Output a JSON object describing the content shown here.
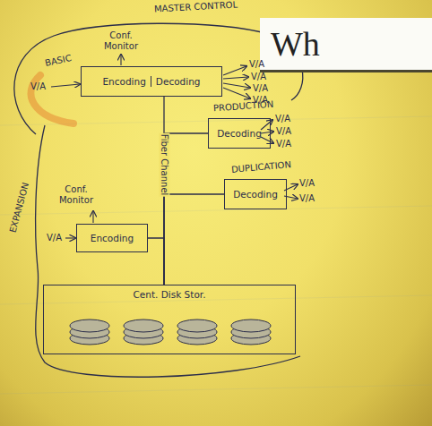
{
  "diagram": {
    "title": "Wh",
    "nodes": [
      {
        "text": [
          "Encoding",
          "Decoding"
        ]
      },
      {
        "text": [
          "Decoding"
        ]
      },
      {
        "text": [
          "Decoding"
        ]
      },
      {
        "text": [
          "Encoding"
        ]
      },
      {
        "text": [
          "Cent. Disk Stor."
        ]
      }
    ],
    "edges": [
      {
        "from": 0,
        "to": 4,
        "label": "Fiber Channel",
        "arrow": "none"
      },
      {
        "from": 1,
        "to": 4,
        "arrow": "none"
      },
      {
        "from": 2,
        "to": 4,
        "arrow": "none"
      },
      {
        "from": 3,
        "to": 4,
        "arrow": "none"
      }
    ],
    "labels": [
      "MASTER CONTROL",
      "BASIC",
      "Conf. Monitor",
      "V/A",
      "V/A",
      "V/A",
      "V/A",
      "V/A",
      "PRODUCTION",
      "V/A",
      "V/A",
      "V/A",
      "DUPLICATION",
      "V/A",
      "V/A",
      "EXPANSION",
      "Conf. Monitor",
      "V/A"
    ]
  }
}
